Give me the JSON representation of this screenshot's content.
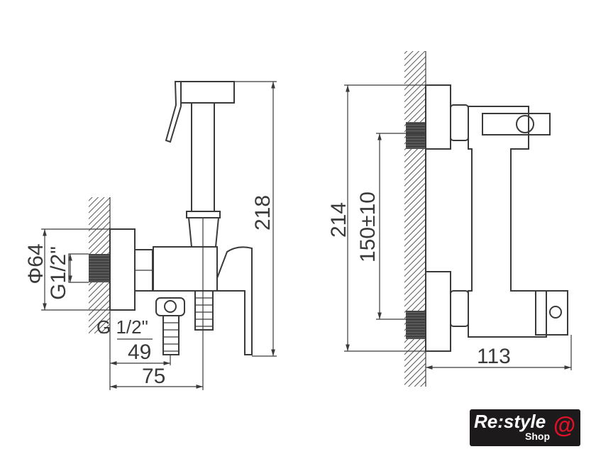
{
  "drawing": {
    "side_view": {
      "dim_height": "218",
      "dim_diameter": "Φ64",
      "dim_inlet_thread": "G1/2\"",
      "dim_outlet_thread": "G 1/2\"",
      "dim_depth_outlet": "49",
      "dim_depth_total": "75"
    },
    "front_view": {
      "dim_height": "214",
      "dim_centers": "150±10",
      "dim_depth": "113"
    }
  },
  "logo": {
    "text": "Re:style",
    "subtext": "Shop",
    "accent_color": "#e0102a"
  }
}
